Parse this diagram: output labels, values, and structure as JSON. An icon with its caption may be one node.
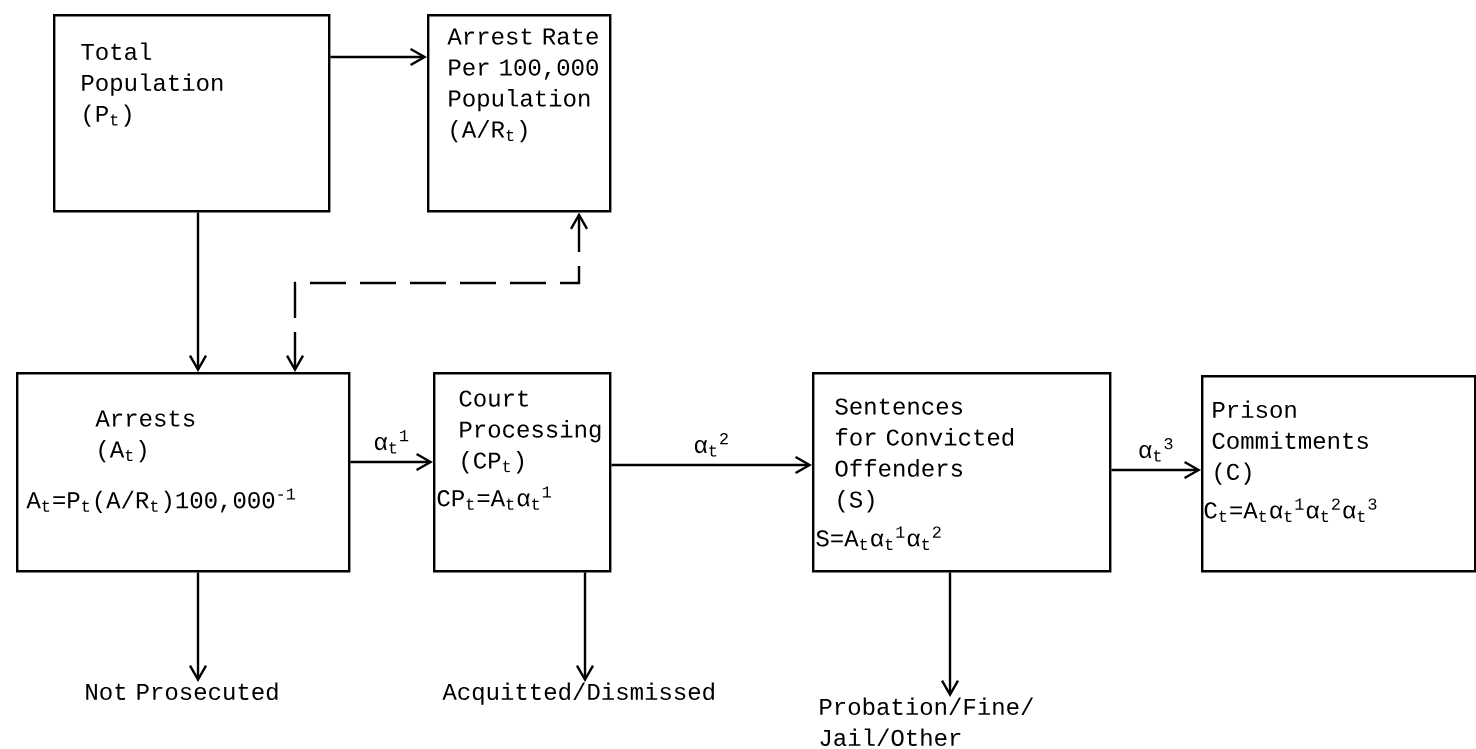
{
  "diagram": {
    "nodes": [
      {
        "text": [
          "Total Population (P$_{t}$)"
        ]
      },
      {
        "text": [
          "Arrest Rate Per 100,000 Population (A/R$_{t}$)"
        ]
      },
      {
        "text": [
          "Arrests (A$_{t}$)",
          "A$_{t}$=P$_{t}$(A/R$_{t}$)100,000$^{-1}$"
        ]
      },
      {
        "text": [
          "Court Processing (CP$_{t}$)",
          "CP$_{t}$=A$_{t}$α$_{t}$$^{1}$"
        ]
      },
      {
        "text": [
          "Sentences for Convicted Offenders (S)",
          "S=A$_{t}$α$_{t}$$^{1}$α$_{t}$$^{2}$"
        ]
      },
      {
        "text": [
          "Prison Commitments (C)",
          "C$_{t}$=A$_{t}$α$_{t}$$^{1}$α$_{t}$$^{2}$α$_{t}$$^{3}$"
        ]
      },
      {
        "text": [
          "Not Prosecuted"
        ]
      },
      {
        "text": [
          "Acquitted/Dismissed"
        ]
      },
      {
        "text": [
          "Probation/Fine/ Jail/Other"
        ]
      }
    ],
    "edges": [
      {
        "from": 0,
        "to": 1,
        "arrow": "to"
      },
      {
        "from": 0,
        "to": 2,
        "arrow": "to"
      },
      {
        "from": 1,
        "to": 2,
        "arrow": "both",
        "style": "dashed"
      },
      {
        "from": 2,
        "to": 3,
        "arrow": "to",
        "label": "α$_{t}$$^{1}$"
      },
      {
        "from": 3,
        "to": 4,
        "arrow": "to",
        "label": "α$_{t}$$^{2}$"
      },
      {
        "from": 4,
        "to": 5,
        "arrow": "to",
        "label": "α$_{t}$$^{3}$"
      },
      {
        "from": 2,
        "to": 6,
        "arrow": "to"
      },
      {
        "from": 3,
        "to": 7,
        "arrow": "to"
      },
      {
        "from": 4,
        "to": 8,
        "arrow": "to"
      }
    ]
  }
}
